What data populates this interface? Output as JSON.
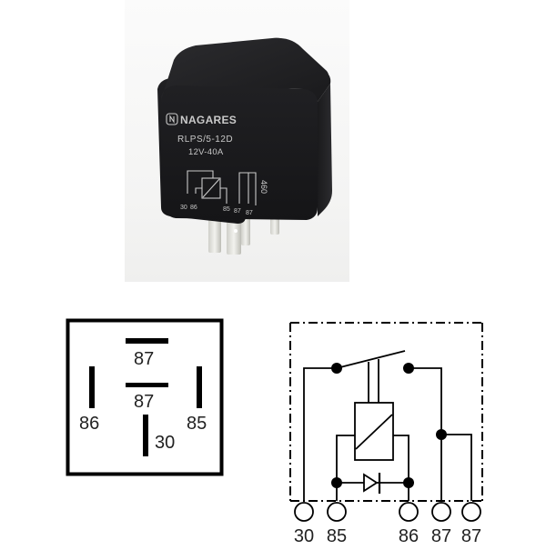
{
  "product": {
    "brand": "NAGARES",
    "model": "RLPS/5-12D",
    "rating": "12V-40A",
    "side_code": "460",
    "body_pin_labels": [
      "30",
      "86",
      "85",
      "87",
      "87"
    ]
  },
  "pinout": {
    "labels": {
      "top_87": "87",
      "center_87": "87",
      "left_86": "86",
      "right_85": "85",
      "bottom_30": "30"
    }
  },
  "schematic": {
    "terminals": [
      "30",
      "85",
      "86",
      "87",
      "87"
    ]
  },
  "colors": {
    "relay_body": "#1c1c1e",
    "relay_print": "#c9c9c9",
    "diagram_ink": "#000000",
    "background": "#ffffff"
  }
}
